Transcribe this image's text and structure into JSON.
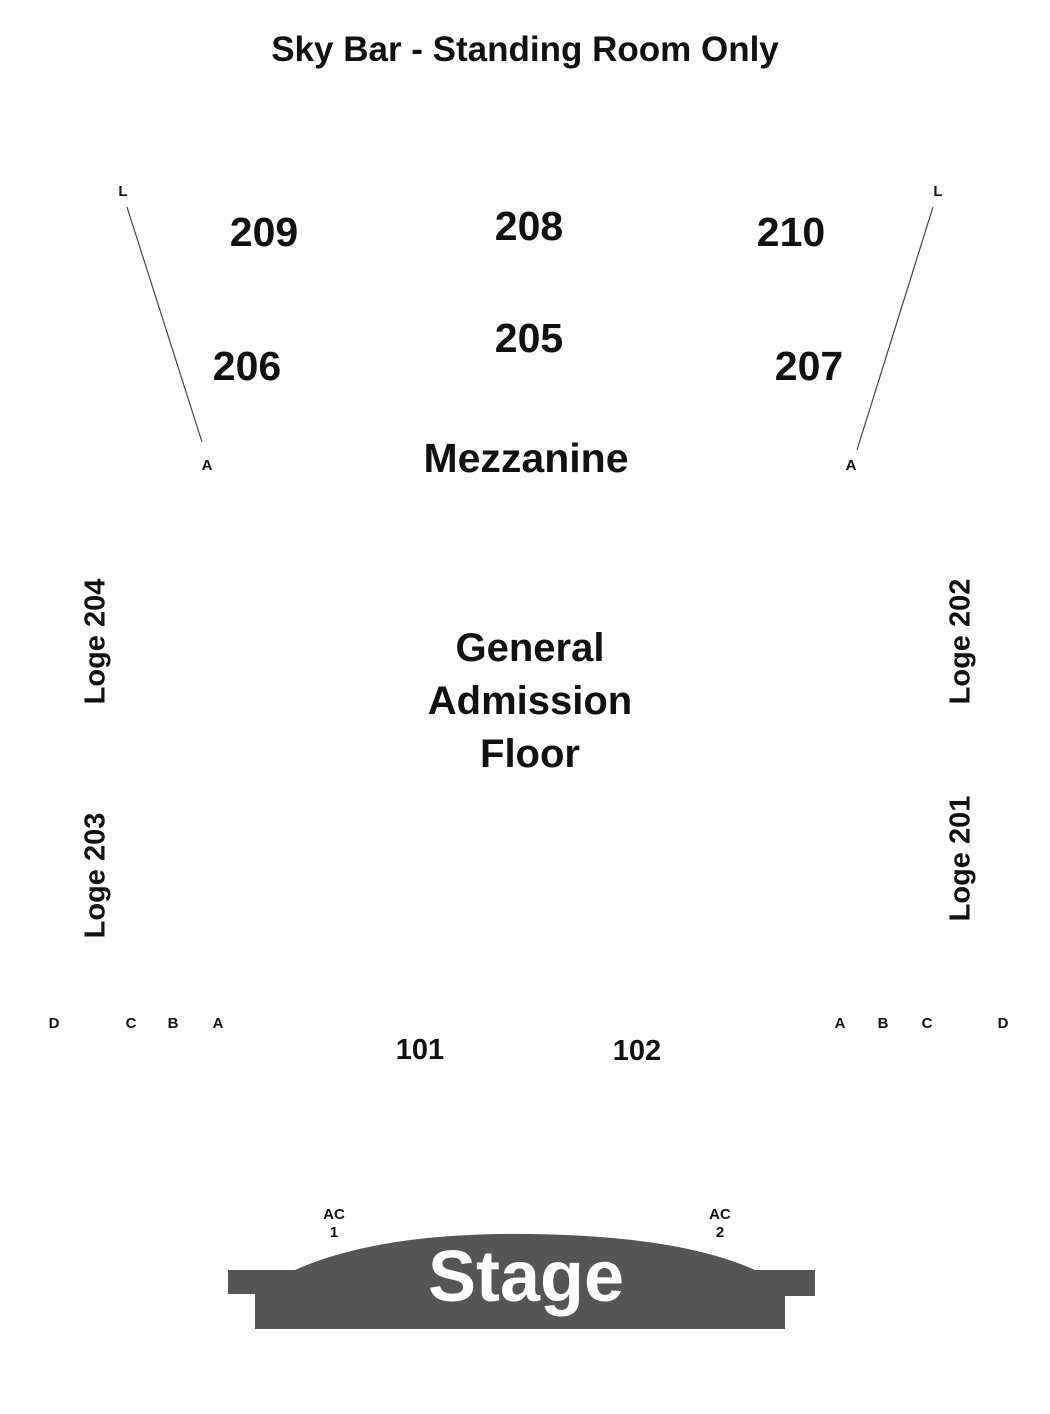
{
  "title": "Sky Bar - Standing Room Only",
  "mezzanine": {
    "label": "Mezzanine",
    "sections": [
      "209",
      "208",
      "210",
      "206",
      "205",
      "207"
    ],
    "row_markers": {
      "top_left": "L",
      "top_right": "L",
      "bottom_left": "A",
      "bottom_right": "A"
    }
  },
  "general_admission": [
    "General",
    "Admission",
    "Floor"
  ],
  "loges": {
    "left_top": "Loge 204",
    "left_bottom": "Loge 203",
    "right_top": "Loge 202",
    "right_bottom": "Loge 201"
  },
  "floor": {
    "sections": [
      "101",
      "102"
    ],
    "rows_left": [
      "D",
      "C",
      "B",
      "A"
    ],
    "rows_right": [
      "A",
      "B",
      "C",
      "D"
    ]
  },
  "accessible": [
    [
      "AC",
      "1"
    ],
    [
      "AC",
      "2"
    ]
  ],
  "stage": {
    "label": "Stage",
    "color": "#555555"
  },
  "colors": {
    "text": "#111111",
    "background": "#ffffff",
    "lines": "#444444"
  }
}
